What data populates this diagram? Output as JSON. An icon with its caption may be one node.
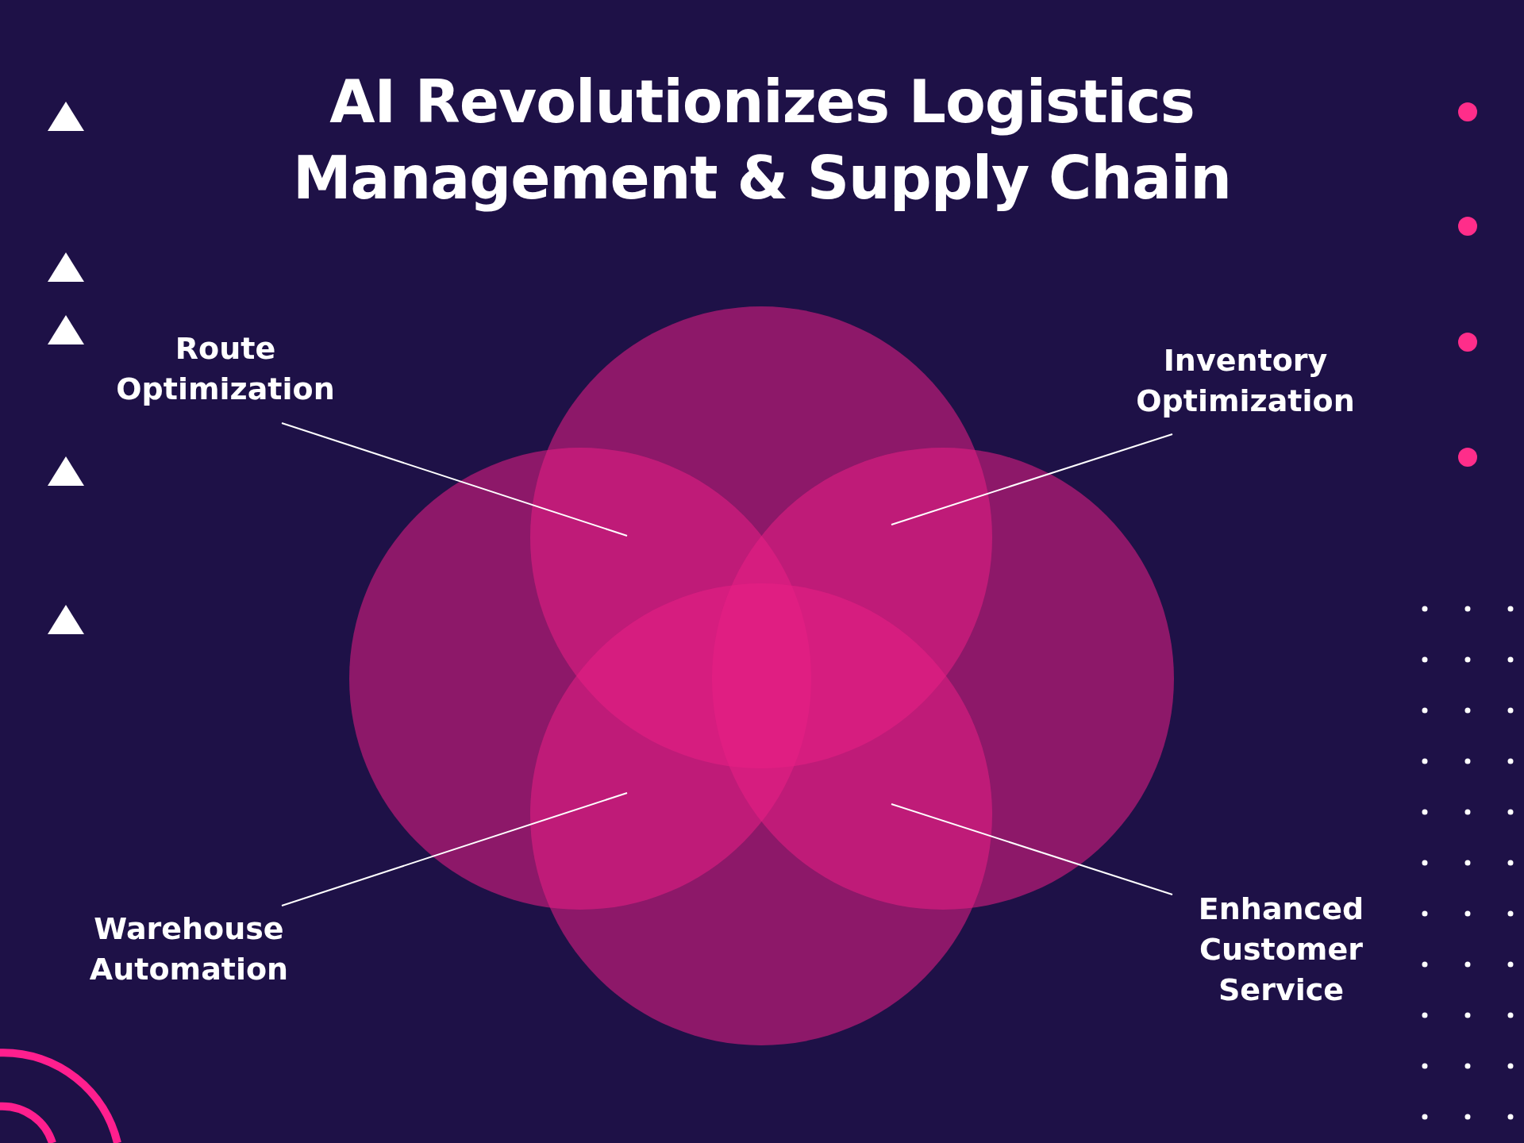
{
  "diagram": {
    "title": "AI Revolutionizes Logistics Management & Supply Chain",
    "nodes": [
      {
        "text": [
          "Route Optimization"
        ]
      },
      {
        "text": [
          "Inventory Optimization"
        ]
      },
      {
        "text": [
          "Warehouse Automation"
        ]
      },
      {
        "text": [
          "Enhanced Customer Service"
        ]
      }
    ],
    "edges": [
      {
        "from": 0,
        "to": null,
        "arrow": "none"
      },
      {
        "from": 1,
        "to": null,
        "arrow": "none"
      },
      {
        "from": 2,
        "to": null,
        "arrow": "none"
      },
      {
        "from": 3,
        "to": null,
        "arrow": "none"
      }
    ]
  }
}
